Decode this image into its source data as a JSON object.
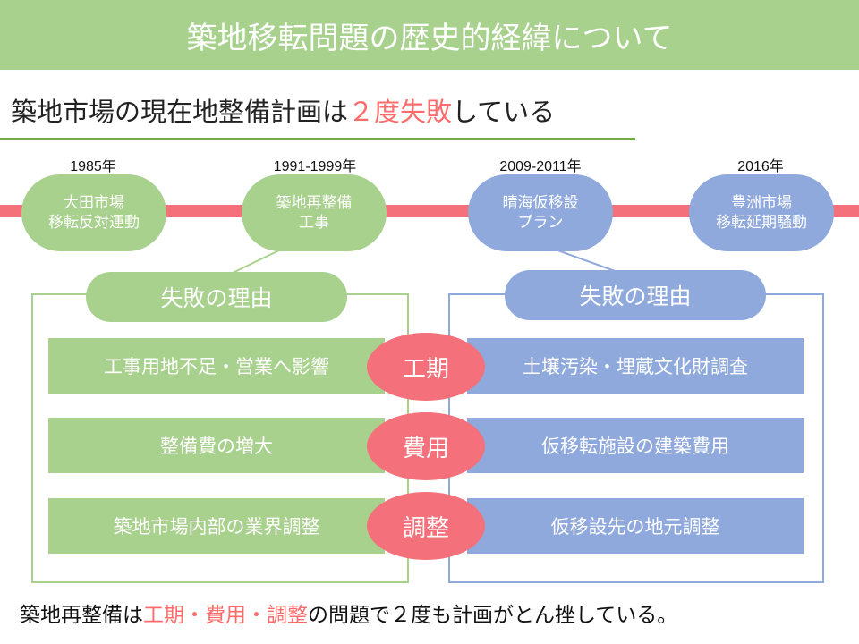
{
  "title": "築地移転問題の歴史的経緯について",
  "subtitle": {
    "prefix": "築地市場の現在地整備計画は",
    "highlight": "２度失敗",
    "suffix": "している"
  },
  "timeline": [
    {
      "year": "1985年",
      "line1": "大田市場",
      "line2": "移転反対運動",
      "color": "green"
    },
    {
      "year": "1991-1999年",
      "line1": "築地再整備",
      "line2": "工事",
      "color": "green"
    },
    {
      "year": "2009-2011年",
      "line1": "晴海仮移設",
      "line2": "プラン",
      "color": "blue"
    },
    {
      "year": "2016年",
      "line1": "豊洲市場",
      "line2": "移転延期騒動",
      "color": "blue"
    }
  ],
  "reason_label_left": "失敗の理由",
  "reason_label_right": "失敗の理由",
  "rows": [
    {
      "left": "工事用地不足・営業へ影響",
      "center": "工期",
      "right": "土壌汚染・埋蔵文化財調査"
    },
    {
      "left": "整備費の増大",
      "center": "費用",
      "right": "仮移転施設の建築費用"
    },
    {
      "left": "築地市場内部の業界調整",
      "center": "調整",
      "right": "仮移設先の地元調整"
    }
  ],
  "conclusion": {
    "a": "築地再整備は",
    "r1": "工期",
    "sep1": "・",
    "r2": "費用",
    "sep2": "・",
    "r3": "調整",
    "b": "の問題で２度も計画がとん挫している。"
  },
  "colors": {
    "green": "#a9d18e",
    "blue": "#8fa9dc",
    "red": "#f4707a",
    "accent_text": "#ff6b6b"
  }
}
